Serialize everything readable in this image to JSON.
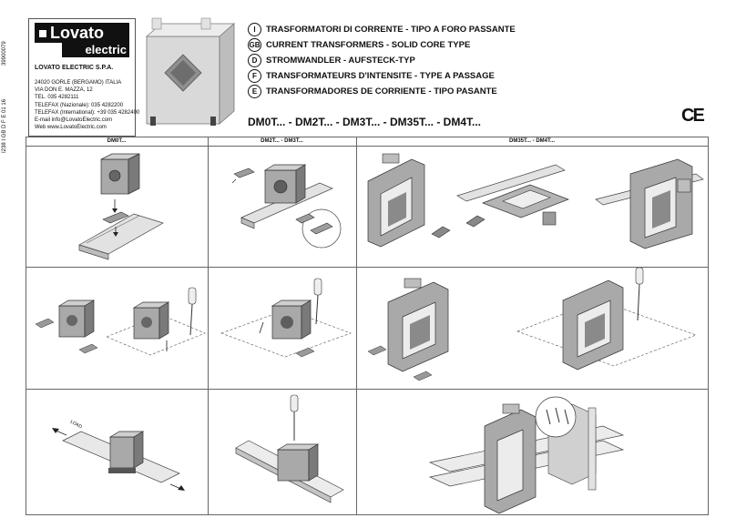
{
  "side": {
    "code_top": "39900079",
    "code_bottom": "I238 I GB D F E 01 16"
  },
  "brand": {
    "name_top": "Lovato",
    "name_bottom": "electric"
  },
  "company": {
    "name": "LOVATO ELECTRIC S.P.A.",
    "address_lines": [
      "24020 GORLE (BERGAMO) ITALIA",
      "VIA DON E. MAZZA, 12",
      "TEL. 035 4282111",
      "TELEFAX (Nazionale): 035 4282200",
      "TELEFAX (International): +39 035 4282400",
      "E-mail    info@LovatoElectric.com",
      "Web       www.LovatoElectric.com"
    ]
  },
  "titles": [
    {
      "code": "I",
      "text": "TRASFORMATORI DI CORRENTE - TIPO A FORO PASSANTE"
    },
    {
      "code": "GB",
      "text": "CURRENT TRANSFORMERS - SOLID CORE TYPE"
    },
    {
      "code": "D",
      "text": "STROMWANDLER - AUFSTECK-TYP"
    },
    {
      "code": "F",
      "text": "TRANSFORMATEURS D'INTENSITE - TYPE A PASSAGE"
    },
    {
      "code": "E",
      "text": "TRANSFORMADORES DE CORRIENTE - TIPO PASANTE"
    }
  ],
  "models": "DM0T... - DM2T... - DM3T... - DM35T... - DM4T...",
  "ce_mark": "CE",
  "columns": [
    "DM0T...",
    "DM2T... - DM3T...",
    "DM35T... - DM4T..."
  ],
  "load_label": "LOAD",
  "colors": {
    "unit_gray": "#a9a9a9",
    "dark_gray": "#6e6e6e",
    "line": "#333333",
    "rail": "#d6d6d6"
  }
}
